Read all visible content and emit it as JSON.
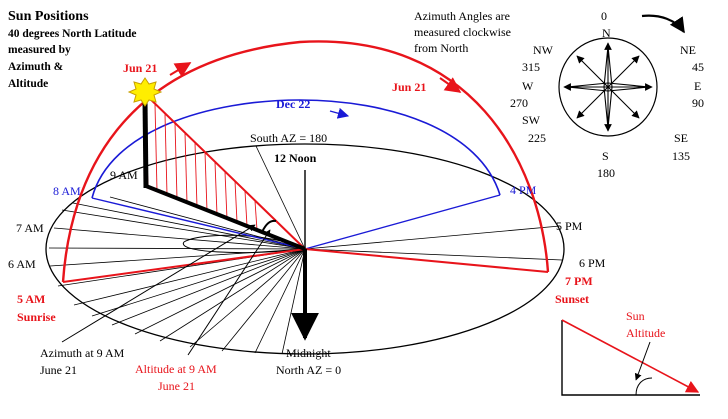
{
  "title": {
    "line1": "Sun Positions",
    "line2": "40 degrees North Latitude",
    "line3": "measured by",
    "line4": "Azimuth &",
    "line5": "Altitude"
  },
  "arcs": {
    "jun21_top": "Jun 21",
    "jun21_right": "Jun 21",
    "dec22": "Dec 22"
  },
  "center": {
    "south": "South AZ = 180",
    "noon": "12 Noon",
    "midnight": "Midnight",
    "north": "North AZ = 0"
  },
  "hours": {
    "am8": "8 AM",
    "am9": "9 AM",
    "am7": "7 AM",
    "am6": "6 AM",
    "am5": "5 AM",
    "sunrise": "Sunrise",
    "pm4": "4 PM",
    "pm5": "5 PM",
    "pm6": "6 PM",
    "pm7": "7 PM",
    "sunset": "Sunset"
  },
  "callouts": {
    "az_line1": "Azimuth at 9 AM",
    "az_line2": "June 21",
    "alt_line1": "Altitude at 9 AM",
    "alt_line2": "June 21"
  },
  "compass": {
    "note1": "Azimuth Angles are",
    "note2": "measured clockwise",
    "note3": "from North",
    "n_deg": "0",
    "n": "N",
    "ne": "NE",
    "ne_deg": "45",
    "e": "E",
    "e_deg": "90",
    "se": "SE",
    "se_deg": "135",
    "s": "S",
    "s_deg": "180",
    "sw": "SW",
    "sw_deg": "225",
    "w": "W",
    "w_deg": "270",
    "nw": "NW",
    "nw_deg": "315"
  },
  "inset": {
    "label1": "Sun",
    "label2": "Altitude"
  },
  "colors": {
    "summer": "#e8141b",
    "winter": "#1a1ad6",
    "ink": "#000000",
    "sun": "#ffee00"
  }
}
